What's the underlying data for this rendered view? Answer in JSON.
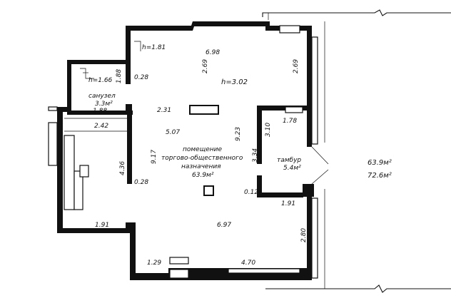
{
  "dims": {
    "top_h": "h=1.81",
    "top_width": "6.98",
    "top_left_vert": "2.69",
    "ceiling_h": "h=3.02",
    "top_right_vert": "2.69",
    "wc_h": "h=1.66",
    "wc_left_vert": "1.88",
    "wc_wall": "0.28",
    "wc_bottom": "1.88",
    "store_top": "2.42",
    "pillar_left": "2.31",
    "mid_width": "5.07",
    "left_vert": "9.17",
    "store_vert": "4.36",
    "store_wall": "0.28",
    "center_vert": "9.23",
    "vest_top": "1.78",
    "vest_vert_a": "3.10",
    "vest_vert_b": "3.34",
    "vest_wall": "0.12",
    "vest_bottom": "1.91",
    "left_bottom": "1.91",
    "bottom_width": "6.97",
    "right_lower_vert": "2.80",
    "bottom_left": "1.29",
    "bottom_right": "4.70"
  },
  "rooms": {
    "wc_name": "санузел",
    "wc_area": "3.3м²",
    "main_line1": "помещение",
    "main_line2": "торгово-общественного",
    "main_line3": "назначения",
    "main_area": "63.9м²",
    "vest_name": "тамбур",
    "vest_area": "5.4м²"
  },
  "summary": {
    "area_main": "63.9м²",
    "area_total": "72.6м²"
  }
}
